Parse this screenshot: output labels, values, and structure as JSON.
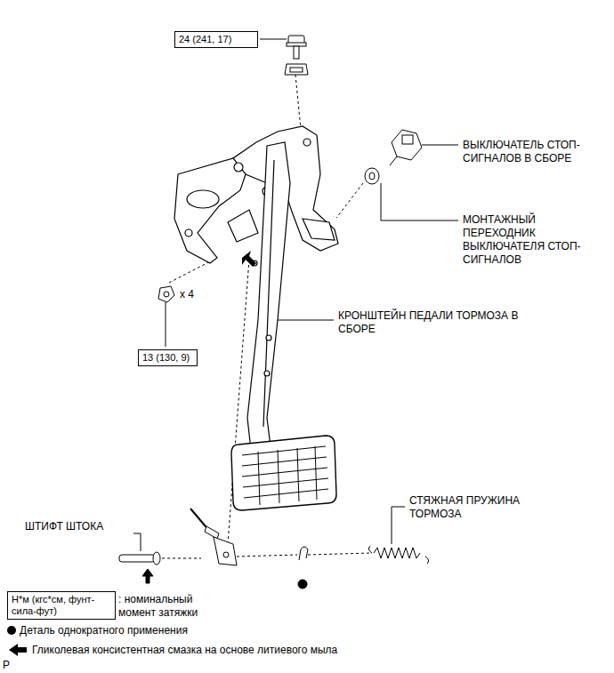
{
  "diagram": {
    "nodes": [
      {
        "text": [
          "24 (241, 17)"
        ]
      },
      {
        "text": [
          "13 (130, 9)"
        ]
      },
      {
        "text": [
          "Н*м (кгс*см, фунт-сила-фут)"
        ]
      }
    ],
    "labels": [
      "ВЫКЛЮЧАТЕЛЬ СТОП-СИГНАЛОВ В СБОРЕ",
      "МОНТАЖНЫЙ ПЕРЕХОДНИК ВЫКЛЮЧАТЕЛЯ СТОП-СИГНАЛОВ",
      "x 4",
      "КРОНШТЕЙН ПЕДАЛИ ТОРМОЗА В СБОРЕ",
      "ШТИФТ ШТОКА",
      "СТЯЖНАЯ ПРУЖИНА ТОРМОЗА",
      ": номинальный момент затяжки",
      "P"
    ],
    "legend": [
      {
        "text": "Деталь однократного применения"
      },
      {
        "text": "Гликолевая консистентная смазка на основе литиевого мыла"
      }
    ]
  }
}
